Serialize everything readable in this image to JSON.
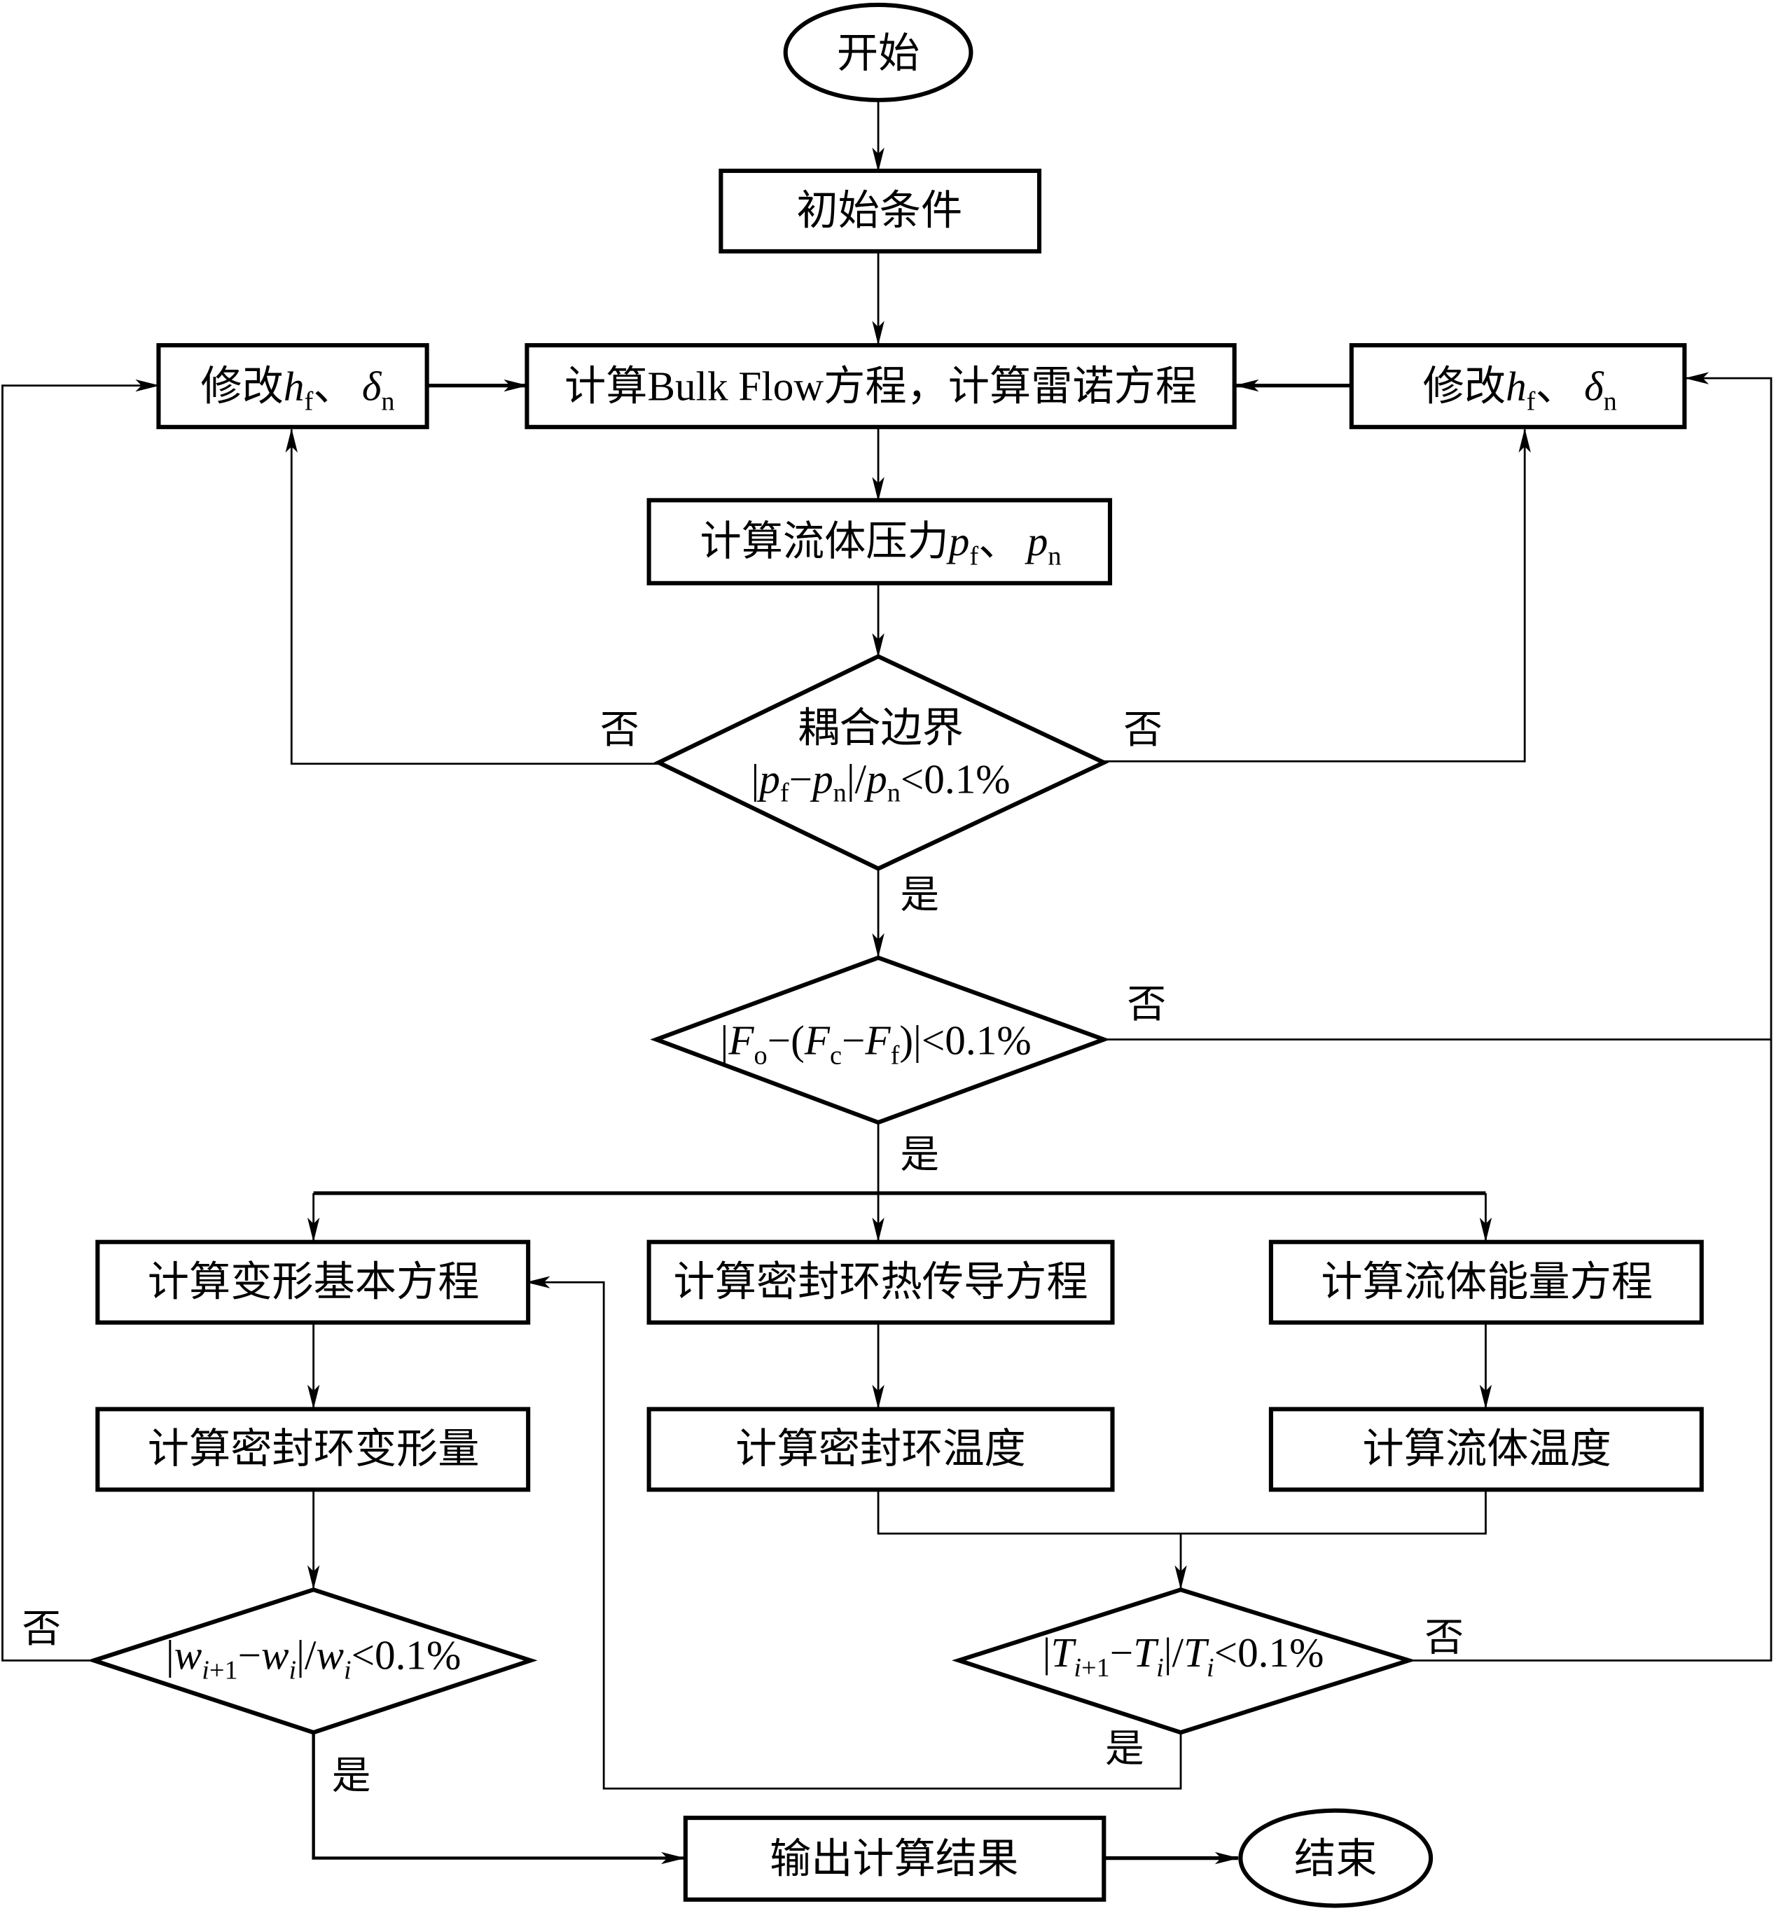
{
  "diagram": {
    "type": "flowchart",
    "start": {
      "label": "开始"
    },
    "end": {
      "label": "结束"
    },
    "process": {
      "initial": "初始条件",
      "bulk_flow": "计算Bulk Flow方程，计算雷诺方程",
      "modify_left": {
        "prefix": "修改",
        "h": "h",
        "h_sub": "f",
        "sep": "、",
        "delta": "δ",
        "delta_sub": "n"
      },
      "modify_right": {
        "prefix": "修改",
        "h": "h",
        "h_sub": "f",
        "sep": "、",
        "delta": "δ",
        "delta_sub": "n"
      },
      "pressure": {
        "prefix": "计算流体压力",
        "p1": "p",
        "p1_sub": "f",
        "sep": "、",
        "p2": "p",
        "p2_sub": "n"
      },
      "deform_eq": "计算变形基本方程",
      "deform_amt": "计算密封环变形量",
      "heat_eq": "计算密封环热传导方程",
      "ring_temp": "计算密封环温度",
      "energy_eq": "计算流体能量方程",
      "fluid_temp": "计算流体温度",
      "output": "输出计算结果"
    },
    "decisions": {
      "coupling": {
        "title": "耦合边界",
        "formula": "|pf−pn|/pn<0.1%"
      },
      "force": {
        "formula": "|Fo−(Fc−Ff)|<0.1%"
      },
      "deformation": {
        "formula": "|wi+1−wi|/wi<0.1%"
      },
      "temperature": {
        "formula": "|Ti+1−Ti|/Ti<0.1%"
      }
    },
    "branch_labels": {
      "yes": "是",
      "no": "否"
    }
  }
}
